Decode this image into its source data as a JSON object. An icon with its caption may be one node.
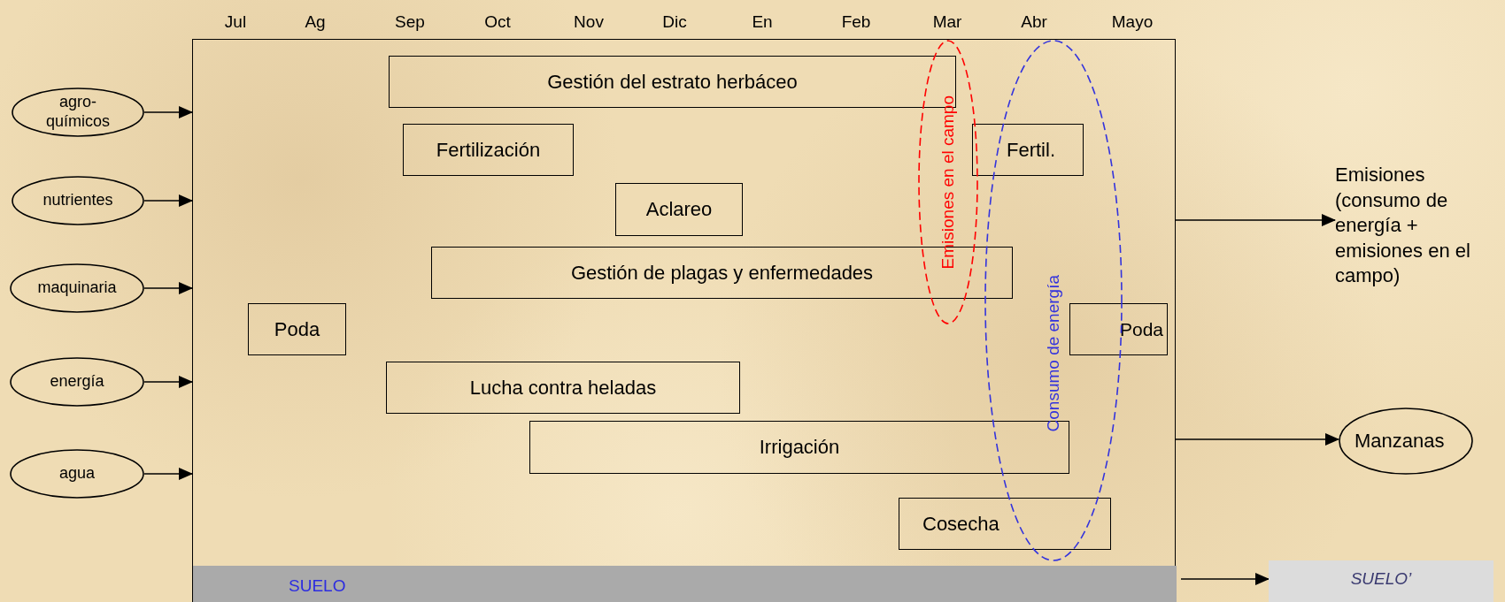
{
  "diagram": {
    "nodes": [
      {
        "text": [
          "agro- químicos"
        ]
      },
      {
        "text": [
          "nutrientes"
        ]
      },
      {
        "text": [
          "maquinaria"
        ]
      },
      {
        "text": [
          "energía"
        ]
      },
      {
        "text": [
          "agua"
        ]
      },
      {
        "text": [],
        "shape": "box"
      },
      {
        "text": [
          "Gestión del estrato herbáceo"
        ],
        "in": 5
      },
      {
        "text": [
          "Fertilización"
        ],
        "in": 5
      },
      {
        "text": [
          "Fertil."
        ],
        "in": 5
      },
      {
        "text": [
          "Aclareo"
        ],
        "in": 5
      },
      {
        "text": [
          "Gestión de plagas y enfermedades"
        ],
        "in": 5
      },
      {
        "text": [
          "Poda"
        ],
        "in": 5
      },
      {
        "text": [
          "Poda"
        ],
        "in": 5
      },
      {
        "text": [
          "Lucha contra heladas"
        ],
        "in": 5
      },
      {
        "text": [
          "Irrigación"
        ],
        "in": 5
      },
      {
        "text": [
          "Cosecha"
        ],
        "in": 5
      },
      {
        "text": [
          "Emisiones en el campo"
        ],
        "in": 5
      },
      {
        "text": [
          "Consumo de energía"
        ],
        "in": 5
      },
      {
        "text": [
          "SUELO"
        ],
        "in": 5
      },
      {
        "text": [
          "Emisiones (consumo de energía + emisiones en el campo)"
        ]
      },
      {
        "text": [
          "Manzanas"
        ]
      },
      {
        "text": [
          "SUELO’"
        ]
      }
    ],
    "edges": [
      {
        "from": 0,
        "to": 5,
        "arrow": "to"
      },
      {
        "from": 1,
        "to": 5,
        "arrow": "to"
      },
      {
        "from": 2,
        "to": 5,
        "arrow": "to"
      },
      {
        "from": 3,
        "to": 5,
        "arrow": "to"
      },
      {
        "from": 4,
        "to": 5,
        "arrow": "to"
      },
      {
        "from": 5,
        "to": 19,
        "arrow": "to"
      },
      {
        "from": 5,
        "to": 20,
        "arrow": "to"
      },
      {
        "from": 18,
        "to": 21,
        "arrow": "to"
      }
    ],
    "labels": [
      "Jul",
      "Ag",
      "Sep",
      "Oct",
      "Nov",
      "Dic",
      "En",
      "Feb",
      "Mar",
      "Abr",
      "Mayo"
    ]
  }
}
